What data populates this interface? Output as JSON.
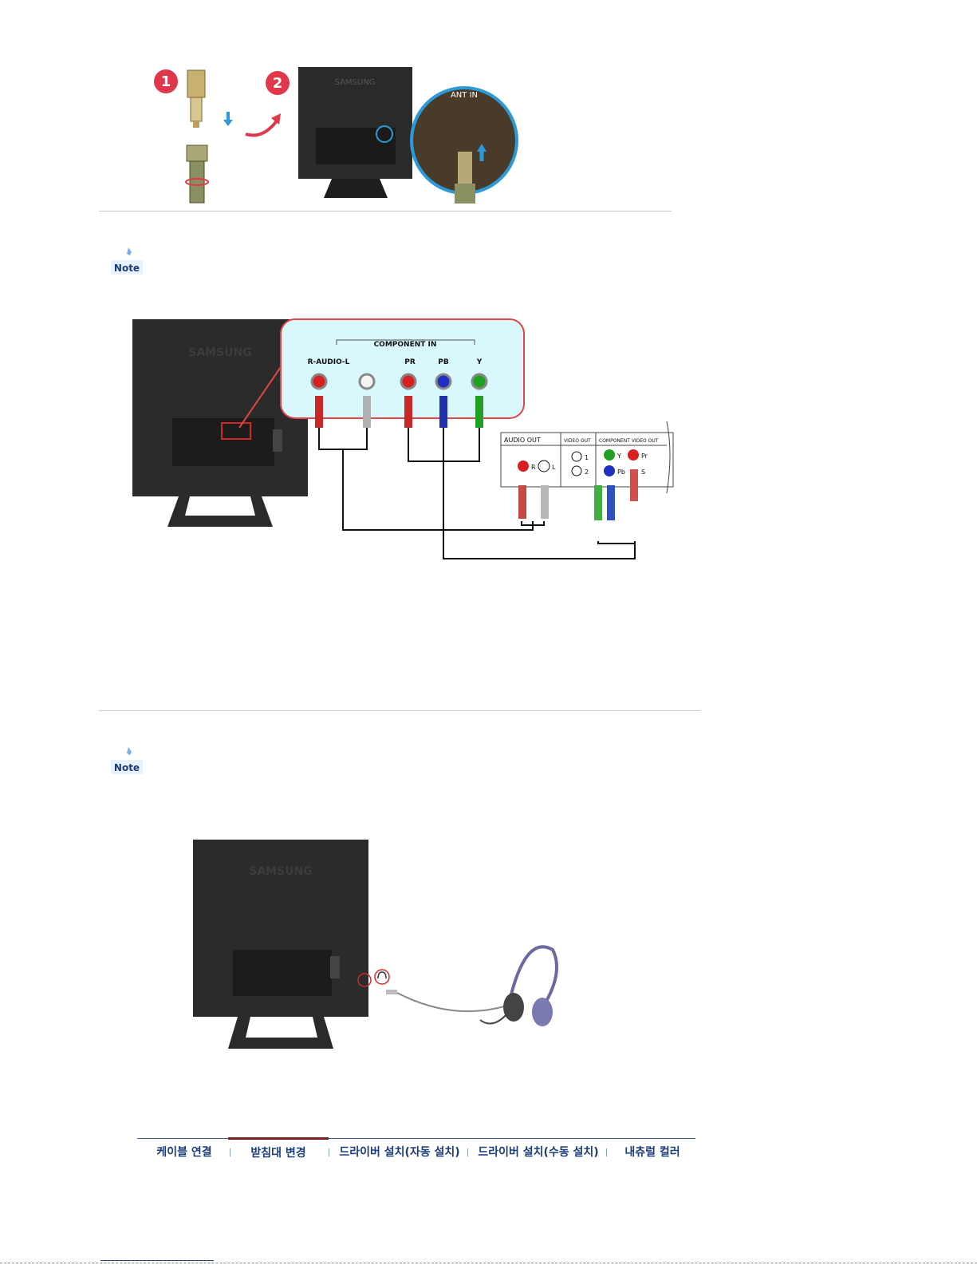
{
  "antenna_figure": {
    "step1_number": "1",
    "step2_number": "2",
    "brand_text": "SAMSUNG",
    "callout_label": "ANT IN"
  },
  "note_label": "Note",
  "component_figure": {
    "brand_text": "SAMSUNG",
    "group_label": "COMPONENT IN",
    "audio_label": "R-AUDIO-L",
    "pr_label": "PR",
    "pb_label": "PB",
    "y_label": "Y",
    "source_panel": {
      "audio_out_header": "AUDIO OUT",
      "video_out_header": "VIDEO OUT",
      "component_header": "COMPONENT VIDEO OUT",
      "r_label": "R",
      "l_label": "L",
      "video1": "1",
      "video2": "2",
      "y_label": "Y",
      "pb_label": "Pb",
      "pr_label": "Pr",
      "s_label": "S"
    }
  },
  "headphone_figure": {
    "brand_text": "SAMSUNG"
  },
  "nav": {
    "items": [
      {
        "label": "케이블 연결"
      },
      {
        "label": "받침대 변경"
      },
      {
        "label": "드라이버 설치(자동 설치)"
      },
      {
        "label": "드라이버 설치(수동 설치)"
      },
      {
        "label": "내츄럴 컬러"
      }
    ],
    "active_index": 1
  },
  "colors": {
    "note_badge": "#5aa0d8",
    "nav_text": "#1d3c7a",
    "nav_active": "#7a1f1f",
    "callout_fill": "#d8f8fb",
    "callout_border": "#e0454a"
  }
}
